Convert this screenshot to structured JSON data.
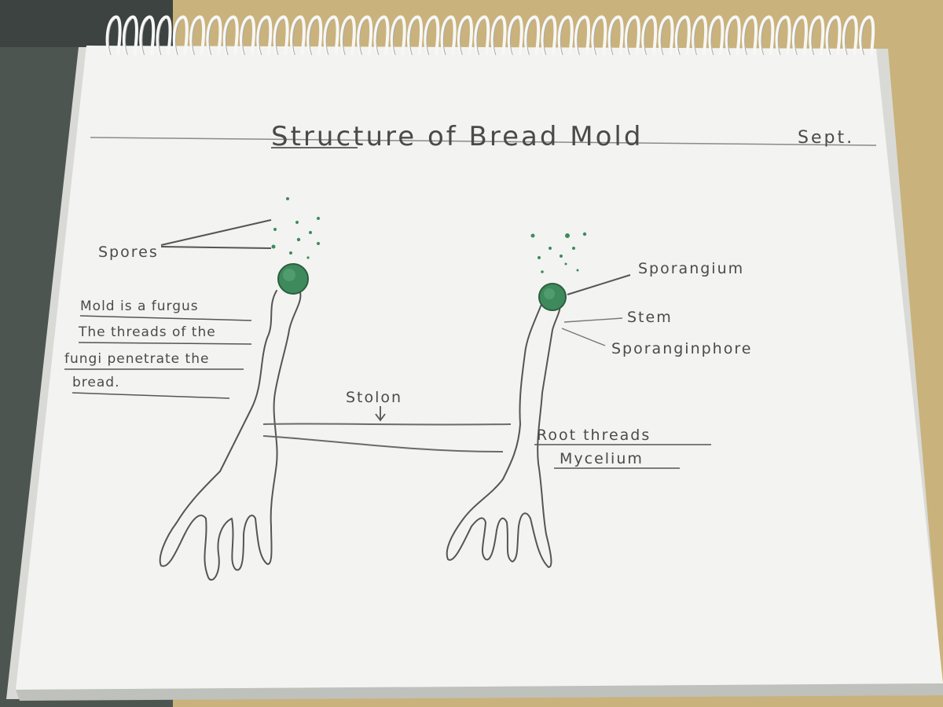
{
  "title": "Structure of Bread Mold",
  "date": "Sept.",
  "labels": {
    "spores": "Spores",
    "sporangium": "Sporangium",
    "stem": "Stem",
    "sporangiophore": "Sporanginphore",
    "stolon": "Stolon",
    "root_threads": "Root threads",
    "mycelium": "Mycelium"
  },
  "note": {
    "line1": "Mold is a furgus",
    "line2": "The threads of the",
    "line3": "fungi penetrate the",
    "line4": "bread."
  },
  "colors": {
    "desk": "#c9b27c",
    "paper": "#f3f4f1",
    "pencil": "#4a4a4a",
    "mold_green": "#3f8a5c",
    "spiral": "#f7f7f7",
    "dark_surface": "#4d5550"
  }
}
